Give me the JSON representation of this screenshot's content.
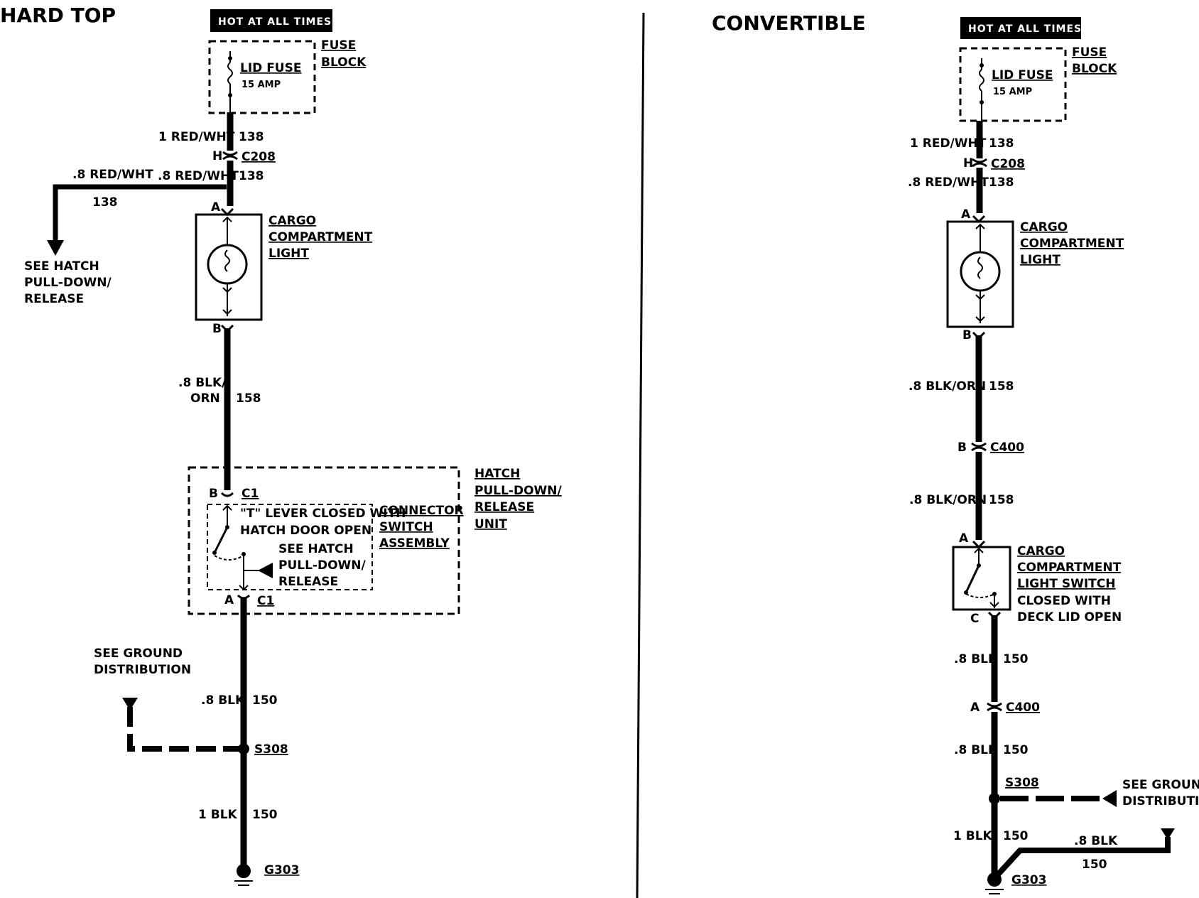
{
  "hard_top": {
    "title": "HARD TOP",
    "hot_label": "HOT AT ALL TIMES",
    "fuse_block": [
      "FUSE",
      "BLOCK"
    ],
    "lid_fuse": "LID FUSE",
    "fuse_amp": "15 AMP",
    "wire1_label": "1 RED/WHT",
    "wire1_circuit": "138",
    "c208_pin": "H",
    "c208": "C208",
    "wire2_label": ".8 RED/WHT",
    "wire2_circuit": "138",
    "branch_label": ".8 RED/WHT",
    "branch_circuit": "138",
    "see_hatch": [
      "SEE HATCH",
      "PULL-DOWN/",
      "RELEASE"
    ],
    "pin_a": "A",
    "pin_b": "B",
    "cargo_light": [
      "CARGO",
      "COMPARTMENT",
      "LIGHT"
    ],
    "wire3_label": [
      ".8 BLK/",
      "ORN"
    ],
    "wire3_circuit": "158",
    "c1_pin_b": "B",
    "c1_top": "C1",
    "t_lever": [
      "\"T\" LEVER CLOSED WITH",
      "HATCH DOOR OPEN"
    ],
    "switch_see_hatch": [
      "SEE HATCH",
      "PULL-DOWN/",
      "RELEASE"
    ],
    "connector_switch": [
      "CONNECTOR",
      "SWITCH",
      "ASSEMBLY"
    ],
    "hatch_unit": [
      "HATCH",
      "PULL-DOWN/",
      "RELEASE",
      "UNIT"
    ],
    "c1_pin_a": "A",
    "c1_bottom": "C1",
    "see_ground": [
      "SEE GROUND",
      "DISTRIBUTION"
    ],
    "wire4_label": ".8 BLK",
    "wire4_circuit": "150",
    "s308": "S308",
    "wire5_label": "1 BLK",
    "wire5_circuit": "150",
    "g303": "G303"
  },
  "convertible": {
    "title": "CONVERTIBLE",
    "hot_label": "HOT AT ALL TIMES",
    "fuse_block": [
      "FUSE",
      "BLOCK"
    ],
    "lid_fuse": "LID FUSE",
    "fuse_amp": "15 AMP",
    "wire1_label": "1 RED/WHT",
    "wire1_circuit": "138",
    "c208_pin": "H",
    "c208": "C208",
    "wire2_label": ".8 RED/WHT",
    "wire2_circuit": "138",
    "pin_a": "A",
    "pin_b": "B",
    "cargo_light": [
      "CARGO",
      "COMPARTMENT",
      "LIGHT"
    ],
    "wire3_label": ".8 BLK/ORN",
    "wire3_circuit": "158",
    "c400_pin_b": "B",
    "c400_top": "C400",
    "wire4_label": ".8 BLK/ORN",
    "wire4_circuit": "158",
    "switch_pin_a": "A",
    "switch_pin_c": "C",
    "switch_label": [
      "CARGO",
      "COMPARTMENT",
      "LIGHT SWITCH",
      "CLOSED WITH",
      "DECK LID OPEN"
    ],
    "wire5_label": ".8 BLK",
    "wire5_circuit": "150",
    "c400_pin_a": "A",
    "c400_bottom": "C400",
    "wire6_label": ".8 BLK",
    "wire6_circuit": "150",
    "s308": "S308",
    "see_ground": [
      "SEE GROUND",
      "DISTRIBUTION"
    ],
    "wire7_label": "1 BLK",
    "wire7_circuit": "150",
    "wire8_label": ".8 BLK",
    "wire8_circuit": "150",
    "g303": "G303"
  }
}
